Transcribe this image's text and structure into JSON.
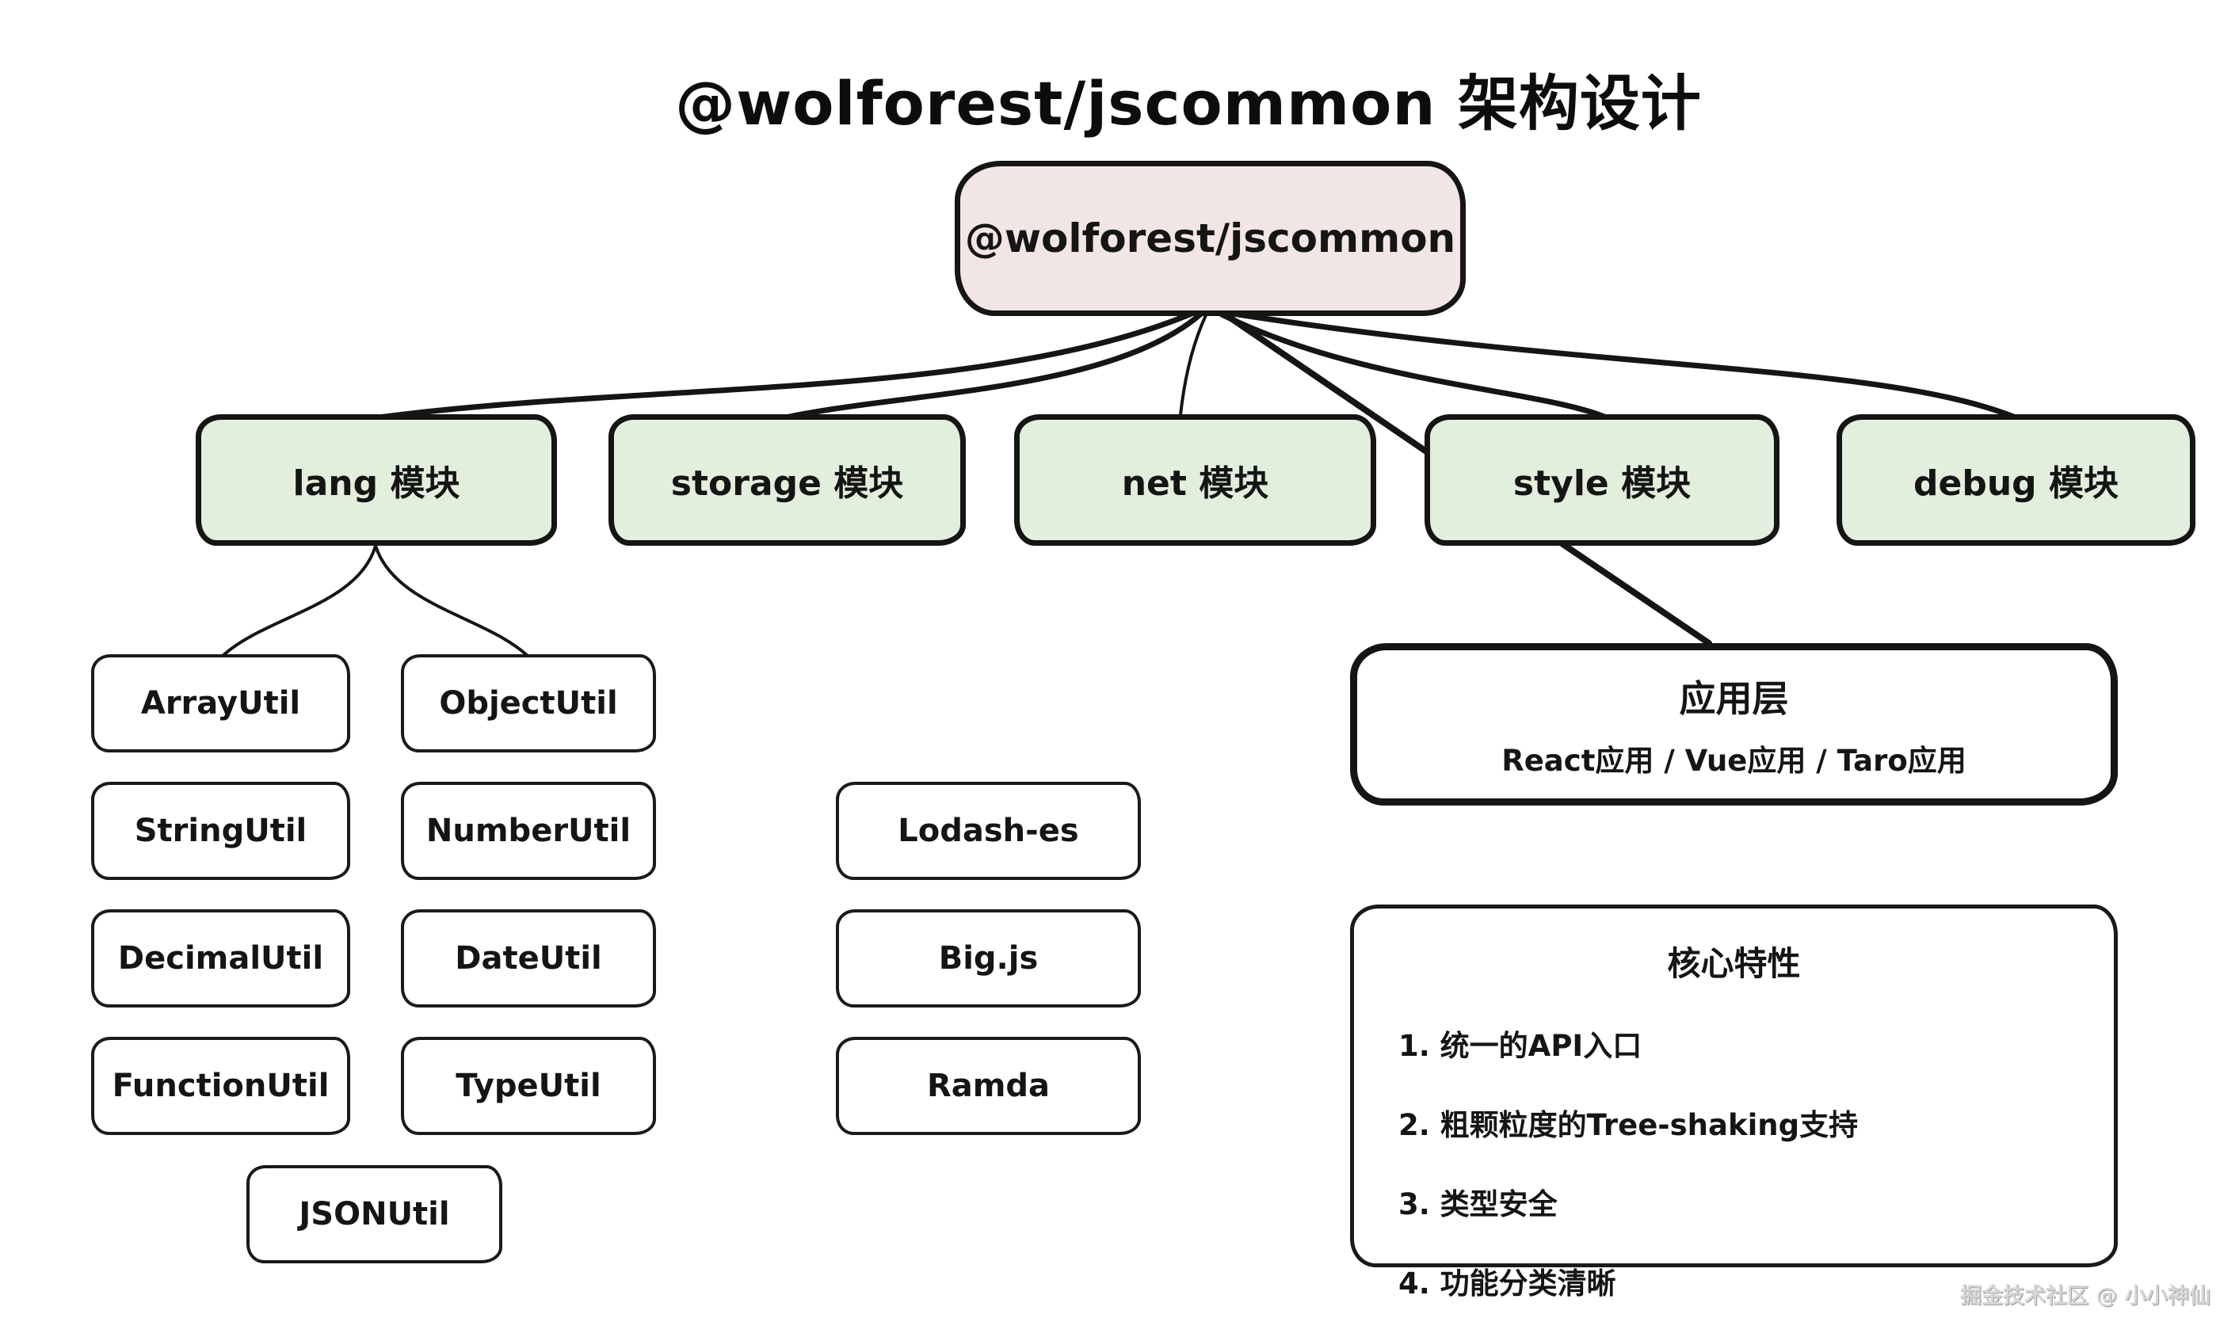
{
  "page": {
    "title": "@wolforest/jscommon 架构设计",
    "watermark": "掘金技术社区 @ 小小神仙"
  },
  "colors": {
    "background": "#ffffff",
    "root_fill": "#f2e6e4",
    "module_fill": "#e2efdc",
    "node_fill": "#ffffff",
    "stroke": "#151515",
    "watermark_text": "#d6d6d6"
  },
  "root": {
    "label": "@wolforest/jscommon"
  },
  "modules": [
    {
      "label": "lang 模块"
    },
    {
      "label": "storage 模块"
    },
    {
      "label": "net 模块"
    },
    {
      "label": "style 模块"
    },
    {
      "label": "debug 模块"
    }
  ],
  "lang_utils": [
    "ArrayUtil",
    "ObjectUtil",
    "StringUtil",
    "NumberUtil",
    "DecimalUtil",
    "DateUtil",
    "FunctionUtil",
    "TypeUtil",
    "JSONUtil"
  ],
  "libraries": [
    "Lodash-es",
    "Big.js",
    "Ramda"
  ],
  "app_layer": {
    "title": "应用层",
    "subtitle": "React应用 / Vue应用 / Taro应用"
  },
  "features": {
    "title": "核心特性",
    "items": [
      "1. 统一的API入口",
      "2. 粗颗粒度的Tree-shaking支持",
      "3. 类型安全",
      "4. 功能分类清晰"
    ]
  }
}
